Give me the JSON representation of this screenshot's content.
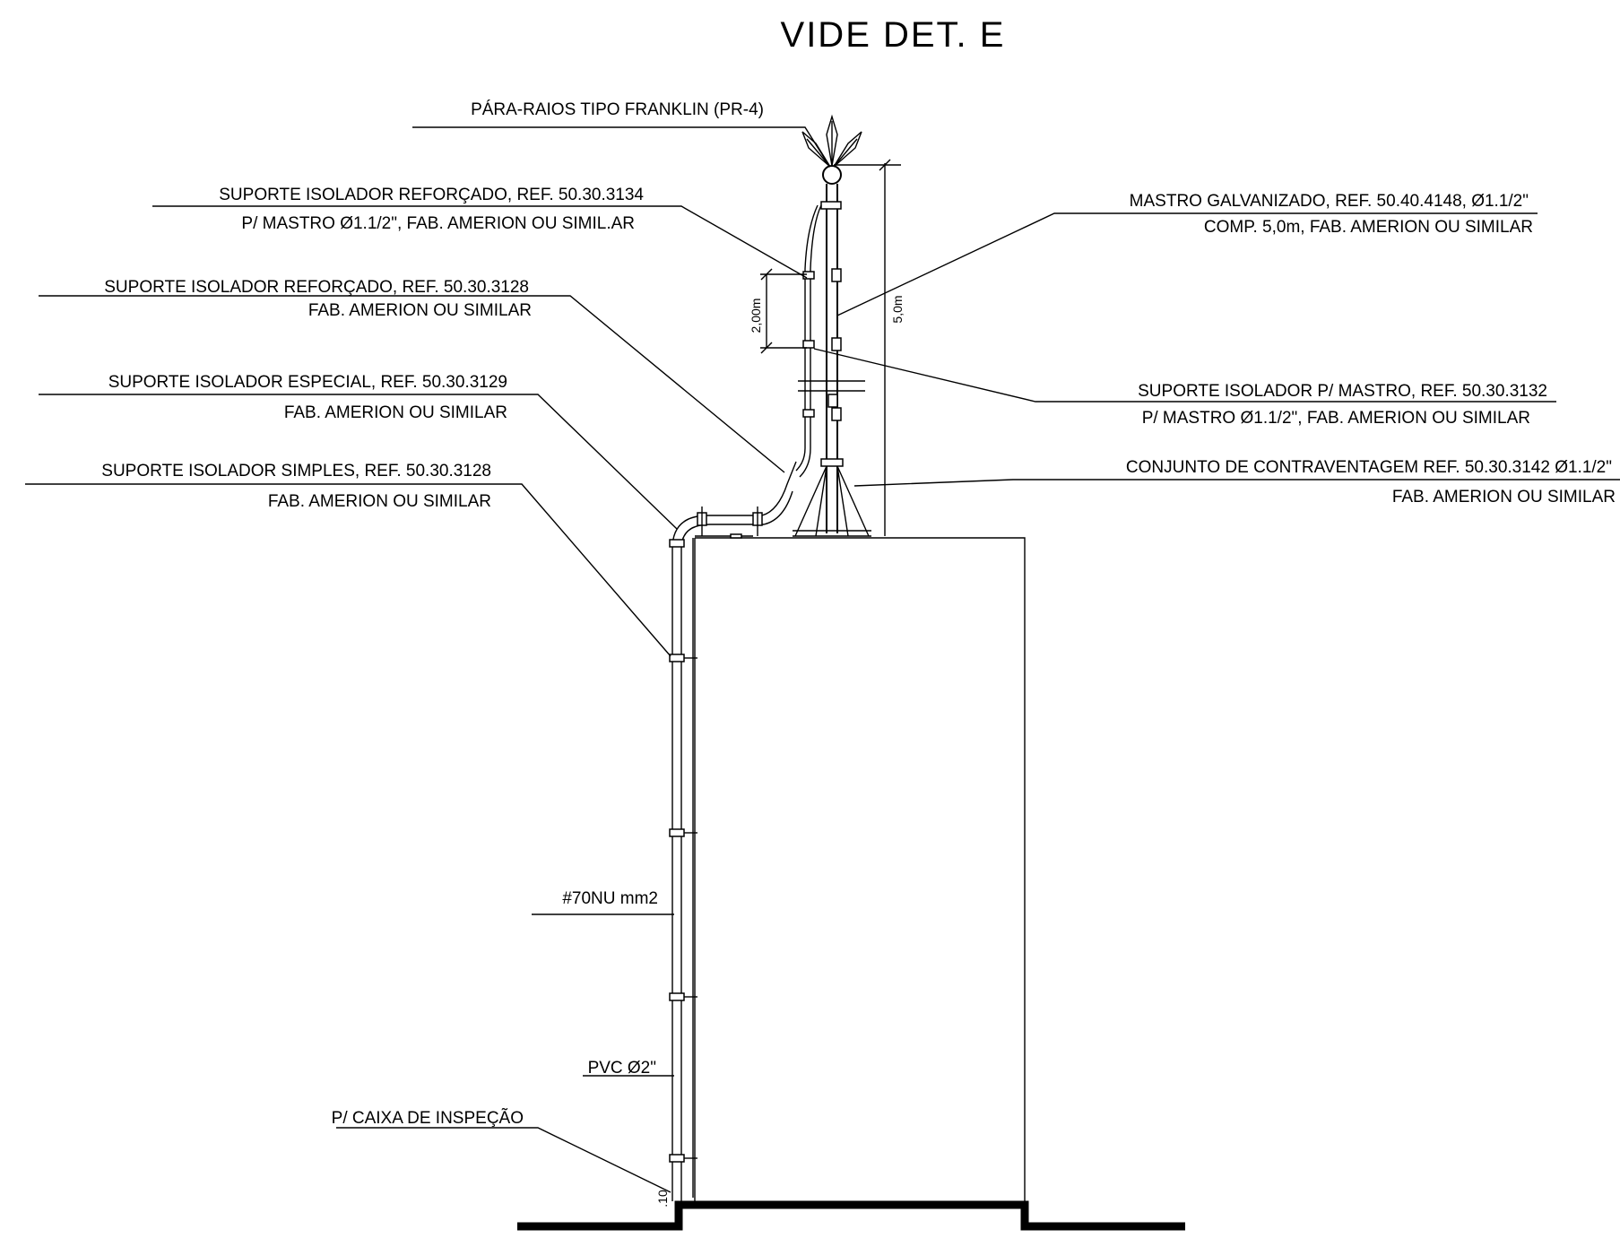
{
  "title": "VIDE DET. E",
  "labels": {
    "franklin": "PÁRA-RAIOS TIPO FRANKLIN (PR-4)",
    "sup_reforcado_3134_l1": "SUPORTE ISOLADOR REFORÇADO, REF. 50.30.3134",
    "sup_reforcado_3134_l2": "P/ MASTRO Ø1.1/2\", FAB. AMERION OU SIMIL.AR",
    "sup_reforcado_3128_l1": "SUPORTE ISOLADOR REFORÇADO, REF. 50.30.3128",
    "sup_reforcado_3128_l2": "FAB. AMERION OU SIMILAR",
    "sup_especial_l1": "SUPORTE ISOLADOR ESPECIAL, REF. 50.30.3129",
    "sup_especial_l2": "FAB. AMERION OU SIMILAR",
    "sup_simples_l1": "SUPORTE ISOLADOR SIMPLES, REF. 50.30.3128",
    "sup_simples_l2": "FAB. AMERION OU SIMILAR",
    "mastro_l1": "MASTRO GALVANIZADO, REF. 50.40.4148, Ø1.1/2\"",
    "mastro_l2": "COMP. 5,0m, FAB. AMERION OU SIMILAR",
    "sup_mastro_l1": "SUPORTE ISOLADOR P/ MASTRO, REF. 50.30.3132",
    "sup_mastro_l2": "P/ MASTRO Ø1.1/2\", FAB. AMERION OU SIMILAR",
    "contravent_l1": "CONJUNTO DE CONTRAVENTAGEM REF. 50.30.3142 Ø1.1/2\"",
    "contravent_l2": "FAB. AMERION OU SIMILAR",
    "cabo": "#70NU mm2",
    "pvc": "PVC Ø2\"",
    "caixa": "P/ CAIXA DE INSPEÇÃO"
  },
  "dimensions": {
    "spacing": "2,00m",
    "mast_height": "5,0m",
    "depth": ".10"
  }
}
